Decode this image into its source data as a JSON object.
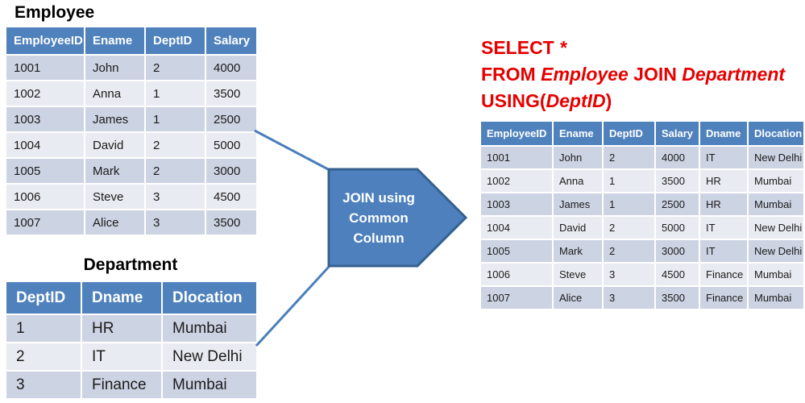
{
  "employee_table": {
    "title": "Employee",
    "headers": [
      "EmployeeID",
      "Ename",
      "DeptID",
      "Salary"
    ],
    "rows": [
      [
        "1001",
        "John",
        "2",
        "4000"
      ],
      [
        "1002",
        "Anna",
        "1",
        "3500"
      ],
      [
        "1003",
        "James",
        "1",
        "2500"
      ],
      [
        "1004",
        "David",
        "2",
        "5000"
      ],
      [
        "1005",
        "Mark",
        "2",
        "3000"
      ],
      [
        "1006",
        "Steve",
        "3",
        "4500"
      ],
      [
        "1007",
        "Alice",
        "3",
        "3500"
      ]
    ]
  },
  "department_table": {
    "title": "Department",
    "headers": [
      "DeptID",
      "Dname",
      "Dlocation"
    ],
    "rows": [
      [
        "1",
        "HR",
        "Mumbai"
      ],
      [
        "2",
        "IT",
        "New Delhi"
      ],
      [
        "3",
        "Finance",
        "Mumbai"
      ]
    ]
  },
  "join_arrow": {
    "label_lines": [
      "JOIN using",
      "Common",
      "Column"
    ]
  },
  "sql_query": {
    "lines": [
      {
        "parts": [
          {
            "text": "SELECT ",
            "italic": false
          },
          {
            "text": "*",
            "italic": true
          }
        ]
      },
      {
        "parts": [
          {
            "text": "FROM ",
            "italic": false
          },
          {
            "text": "Employee ",
            "italic": true
          },
          {
            "text": "JOIN ",
            "italic": false
          },
          {
            "text": "Department",
            "italic": true
          }
        ]
      },
      {
        "parts": [
          {
            "text": "USING(",
            "italic": false
          },
          {
            "text": "DeptID",
            "italic": true
          },
          {
            "text": ")",
            "italic": false
          }
        ]
      }
    ]
  },
  "result_table": {
    "headers": [
      "EmployeeID",
      "Ename",
      "DeptID",
      "Salary",
      "Dname",
      "Dlocation"
    ],
    "rows": [
      [
        "1001",
        "John",
        "2",
        "4000",
        "IT",
        "New Delhi"
      ],
      [
        "1002",
        "Anna",
        "1",
        "3500",
        "HR",
        "Mumbai"
      ],
      [
        "1003",
        "James",
        "1",
        "2500",
        "HR",
        "Mumbai"
      ],
      [
        "1004",
        "David",
        "2",
        "5000",
        "IT",
        "New Delhi"
      ],
      [
        "1005",
        "Mark",
        "2",
        "3000",
        "IT",
        "New Delhi"
      ],
      [
        "1006",
        "Steve",
        "3",
        "4500",
        "Finance",
        "Mumbai"
      ],
      [
        "1007",
        "Alice",
        "3",
        "3500",
        "Finance",
        "Mumbai"
      ]
    ]
  },
  "colors": {
    "table_header_bg": "#4f81bd",
    "header_text": "#ffffff",
    "body_text": "#1b1b1b",
    "title_text": "#000000",
    "row_dark": "#ccd3e2",
    "row_light": "#e9ebf2",
    "arrow_fill": "#4d80bc",
    "arrow_border": "#35618f",
    "connector": "#4a7ebb",
    "sql_red": "#e60000"
  }
}
